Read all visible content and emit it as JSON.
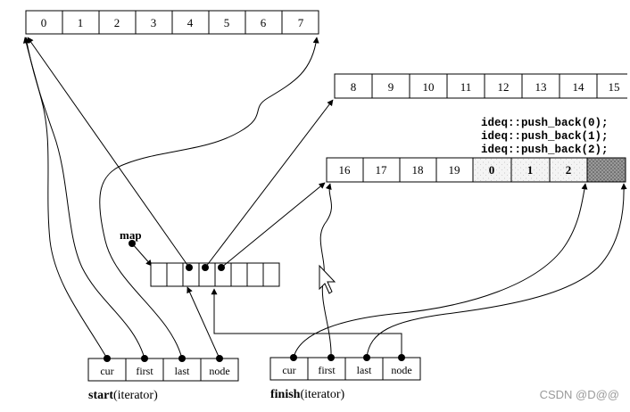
{
  "buffer_a": {
    "cells": [
      "0",
      "1",
      "2",
      "3",
      "4",
      "5",
      "6",
      "7"
    ]
  },
  "buffer_b": {
    "cells": [
      "8",
      "9",
      "10",
      "11",
      "12",
      "13",
      "14",
      "15"
    ]
  },
  "buffer_c": {
    "cells": [
      "16",
      "17",
      "18",
      "19",
      "0",
      "1",
      "2",
      ""
    ]
  },
  "code_lines": [
    "ideq::push_back(0);",
    "ideq::push_back(1);",
    "ideq::push_back(2);"
  ],
  "map_label": "map",
  "iterator_fields": [
    "cur",
    "first",
    "last",
    "node"
  ],
  "start": {
    "name": "start",
    "suffix": "(iterator)"
  },
  "finish": {
    "name": "finish",
    "suffix": "(iterator)"
  },
  "watermark": "CSDN @D@@"
}
